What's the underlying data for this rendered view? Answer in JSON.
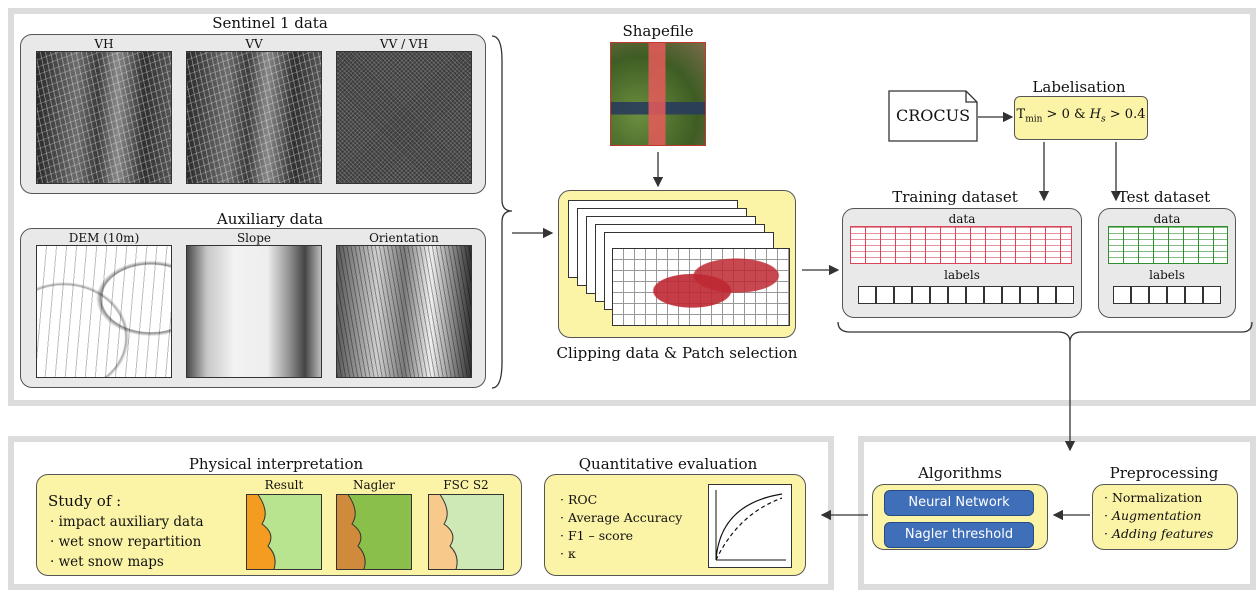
{
  "sentinel": {
    "title": "Sentinel 1  data",
    "images": [
      "VH",
      "VV",
      "VV / VH"
    ]
  },
  "auxiliary": {
    "title": "Auxiliary  data",
    "images": [
      "DEM (10m)",
      "Slope",
      "Orientation"
    ]
  },
  "shapefile": {
    "title": "Shapefile"
  },
  "clipping": {
    "caption": "Clipping data & Patch selection"
  },
  "crocus": {
    "label": "CROCUS"
  },
  "labelisation": {
    "title": "Labelisation",
    "rule_T": "T",
    "rule_sub": "min",
    "rule_mid": " > 0 & ",
    "rule_H": "H",
    "rule_hsub": "s",
    "rule_end": " > 0.4"
  },
  "training": {
    "title": "Training dataset",
    "data": "data",
    "labels": "labels"
  },
  "test": {
    "title": "Test dataset",
    "data": "data",
    "labels": "labels"
  },
  "physical": {
    "title": "Physical interpretation",
    "study_title": "Study of :",
    "items": [
      "· impact auxiliary data",
      "· wet snow repartition",
      "· wet snow maps"
    ],
    "maps": [
      "Result",
      "Nagler",
      "FSC S2"
    ]
  },
  "quantitative": {
    "title": "Quantitative evaluation",
    "items": [
      "· ROC",
      "· Average Accuracy",
      "· F1 – score",
      "· κ"
    ]
  },
  "algorithms": {
    "title": "Algorithms",
    "buttons": [
      "Neural Network",
      "Nagler threshold"
    ]
  },
  "preprocessing": {
    "title": "Preprocessing",
    "items": [
      "· Normalization",
      "· Augmentation",
      "· Adding features"
    ]
  },
  "colors": {
    "yellow": "#fbf3a6",
    "gray": "#e9e9e9",
    "frame": "#dcdcdc",
    "blue": "#3f6fb8",
    "train_red": "#d9455a",
    "test_green": "#2f8f2f",
    "result_orange": "#f39c1f",
    "nagler_brown": "#d08a3c",
    "fsc_peach": "#f7c98a",
    "map_green": "#b9e48f"
  }
}
